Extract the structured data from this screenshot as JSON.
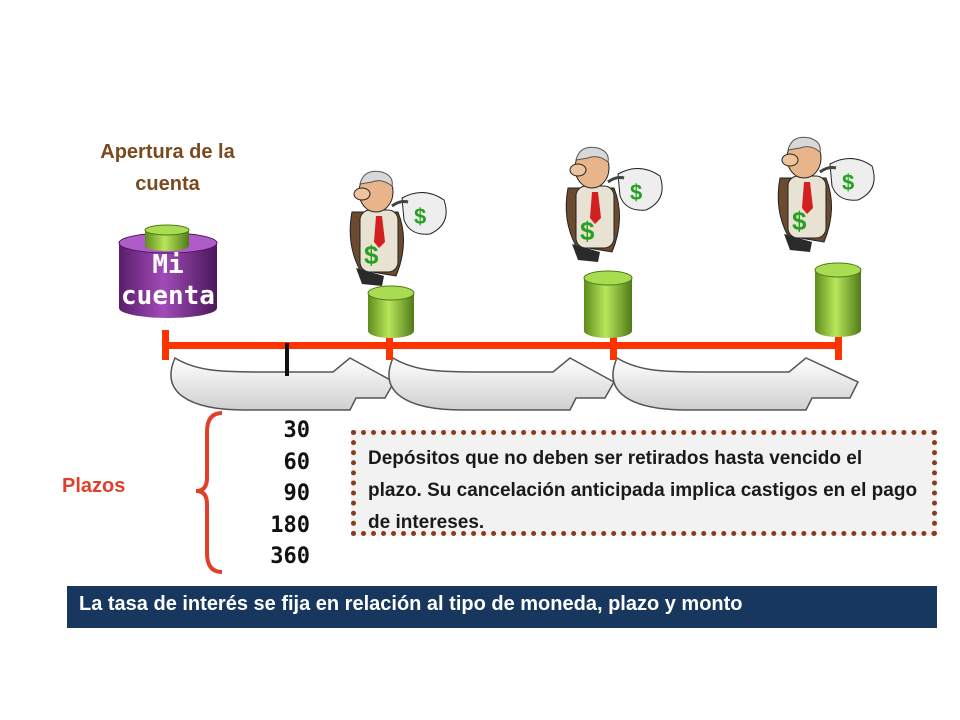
{
  "opening_label": "Apertura de la cuenta",
  "account_label": "Mi cuenta",
  "terms_label": "Plazos",
  "terms": [
    "30",
    "60",
    "90",
    "180",
    "360"
  ],
  "note": "Depósitos que no deben ser retirados hasta vencido el plazo. Su cancelación anticipada implica castigos en el pago de intereses.",
  "banner": "La tasa de interés se fija en relación al tipo de moneda, plazo y monto",
  "icons": [
    "banker-with-money-bag-icon",
    "banker-with-money-bag-icon",
    "banker-with-money-bag-icon"
  ],
  "colors": {
    "timeline": "#ff3300",
    "account_cylinder": "#7a2a8c",
    "deposit_cylinder": "#8cc63f",
    "brace": "#e0402a",
    "banner_bg": "#17375e",
    "note_border": "#8b3a1a"
  }
}
